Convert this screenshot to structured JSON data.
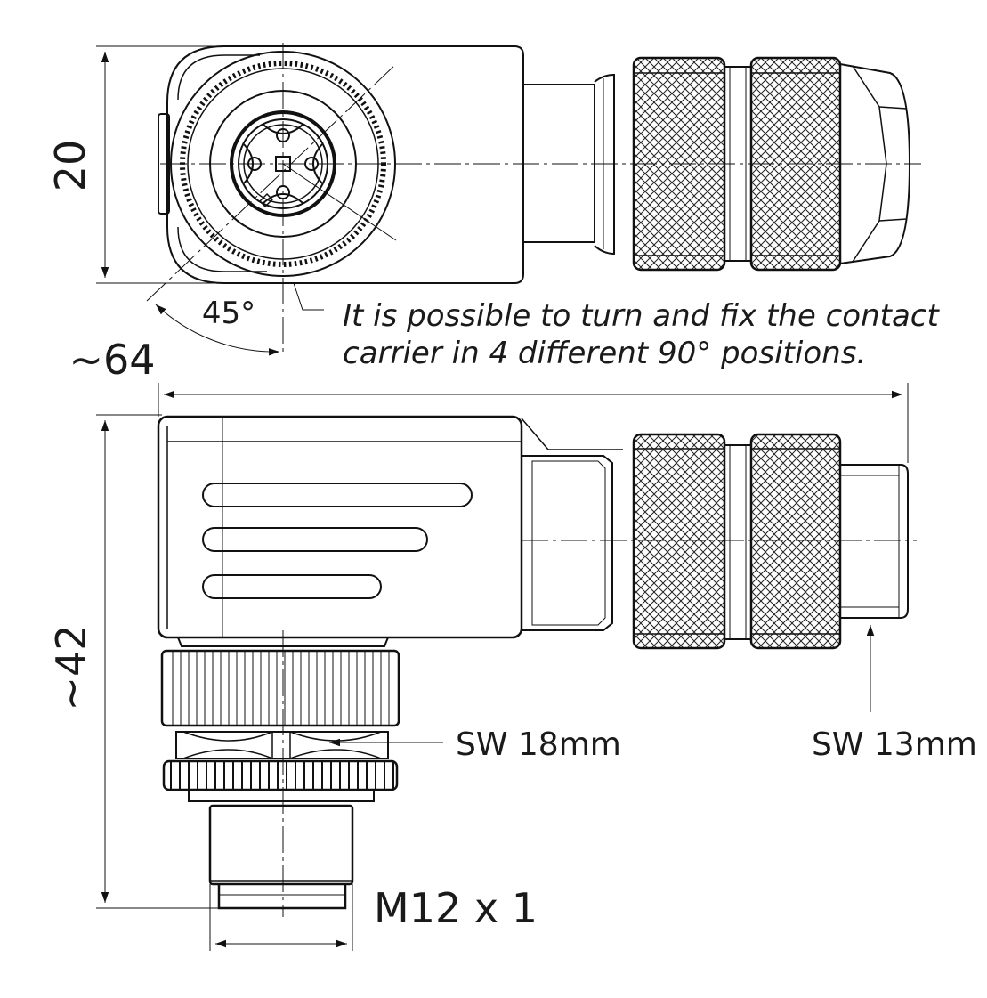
{
  "drawing": {
    "dimensions": {
      "height_top_view": "20",
      "overall_length": "~64",
      "overall_height": "~42",
      "rotation_angle": "45°",
      "thread": "M12 x 1",
      "wrench_size_nut": "SW 18mm",
      "wrench_size_cable": "SW 13mm"
    },
    "note": {
      "line1": "It is possible to turn and fix the contact",
      "line2": "carrier in 4 different 90° positions."
    }
  }
}
